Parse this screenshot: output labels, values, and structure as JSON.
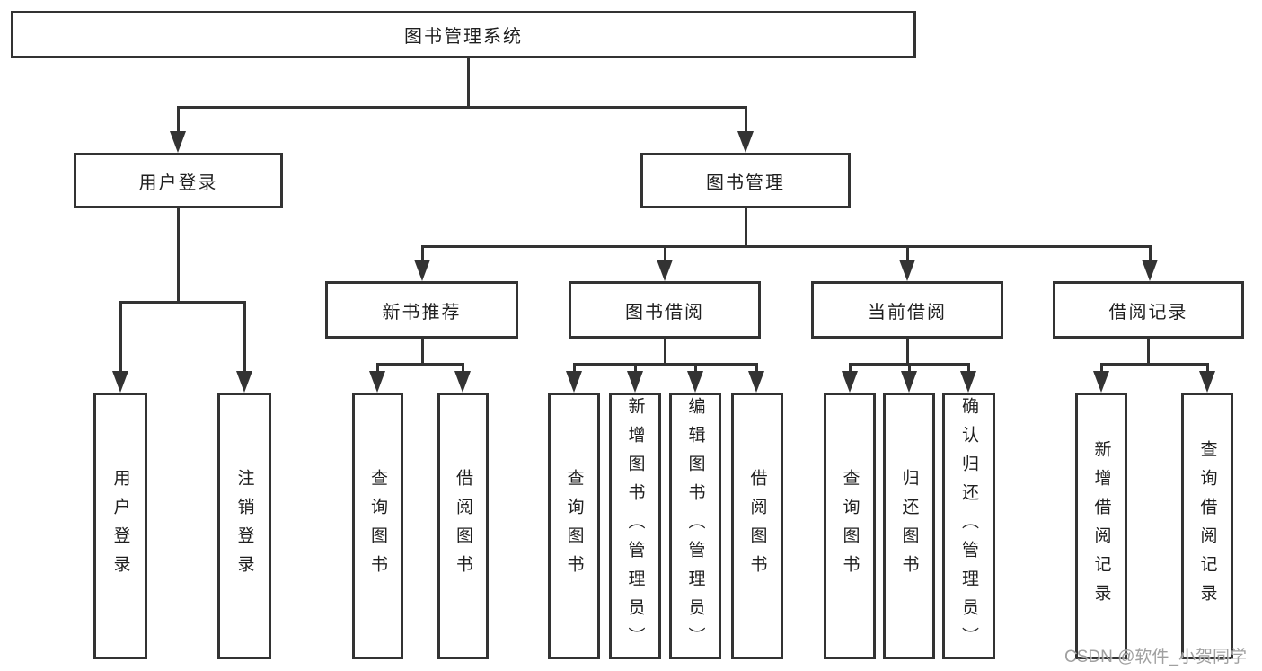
{
  "diagram": {
    "root": {
      "label": "图书管理系统"
    },
    "level2": {
      "user_login": {
        "label": "用户登录"
      },
      "book_mgmt": {
        "label": "图书管理"
      }
    },
    "level3": {
      "new_books": {
        "label": "新书推荐"
      },
      "book_borrow": {
        "label": "图书借阅"
      },
      "current_borrow": {
        "label": "当前借阅"
      },
      "borrow_records": {
        "label": "借阅记录"
      }
    },
    "leaves": {
      "user_login_leaf": "用户登录",
      "logout_leaf": "注销登录",
      "nb_query_books": "查询图书",
      "nb_borrow_books": "借阅图书",
      "bb_query_books": "查询图书",
      "bb_add_books": "新增图书（管理员）",
      "bb_edit_books": "编辑图书（管理员）",
      "bb_borrow_books": "借阅图书",
      "cb_query_books": "查询图书",
      "cb_return_books": "归还图书",
      "cb_confirm_return": "确认归还（管理员）",
      "br_add_record": "新增借阅记录",
      "br_query_record": "查询借阅记录"
    },
    "watermark": "CSDN @软件_小贺同学",
    "colors": {
      "line": "#333333",
      "text": "#1f1f1f",
      "watermark": "#969696",
      "background": "#ffffff"
    }
  }
}
